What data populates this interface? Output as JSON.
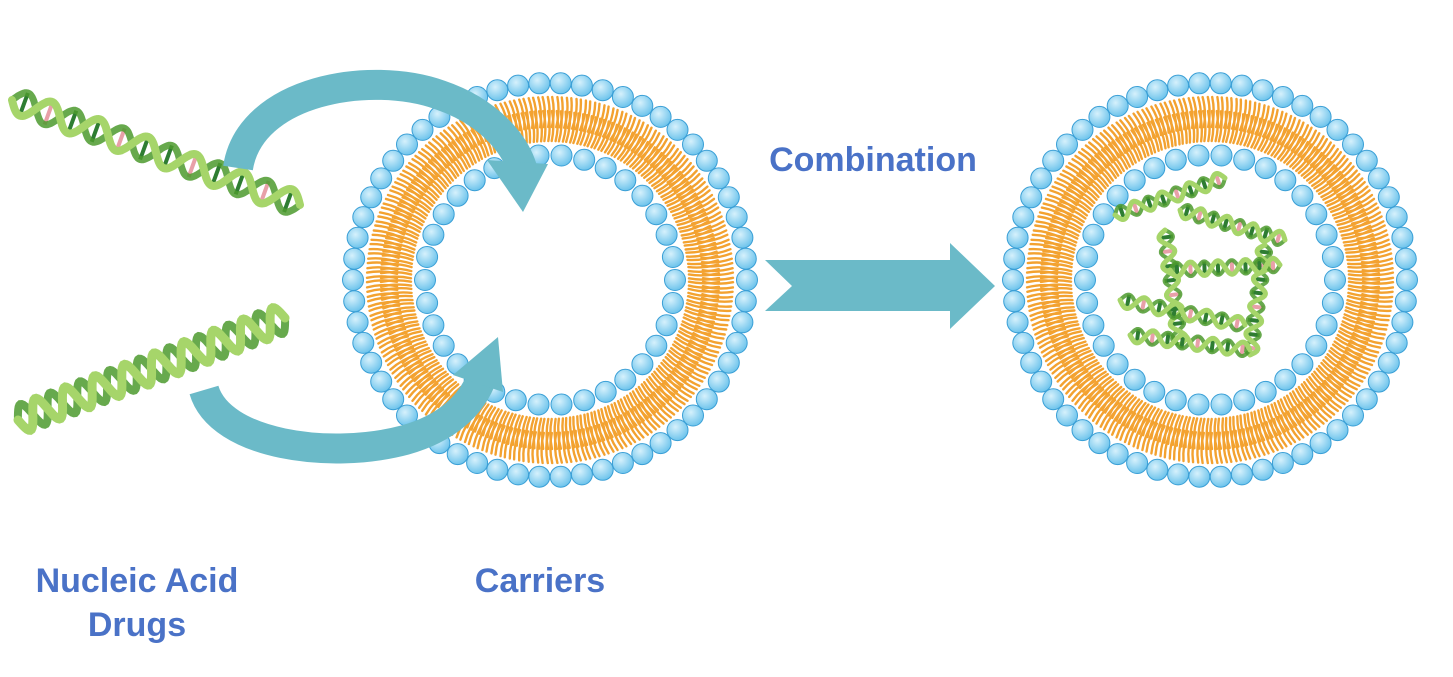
{
  "labels": {
    "nucleic_acid_line1": "Nucleic Acid",
    "nucleic_acid_line2": "Drugs",
    "carriers": "Carriers",
    "combination": "Combination"
  },
  "colors": {
    "label_text": "#4a72c7",
    "arrow": "#6bbac8",
    "lipid_head": "#7fcdef",
    "lipid_head_stroke": "#3a9fd6",
    "lipid_tail": "#f3a230",
    "helix_light": "#a6d56a",
    "helix_dark": "#4c9a2e",
    "base_pink": "#e8a0a8",
    "base_green": "#2e7d32"
  },
  "icons": {
    "vesicle": "liposome-bilayer-icon",
    "helix": "nucleic-acid-helix-icon",
    "arrow": "process-arrow-icon"
  }
}
